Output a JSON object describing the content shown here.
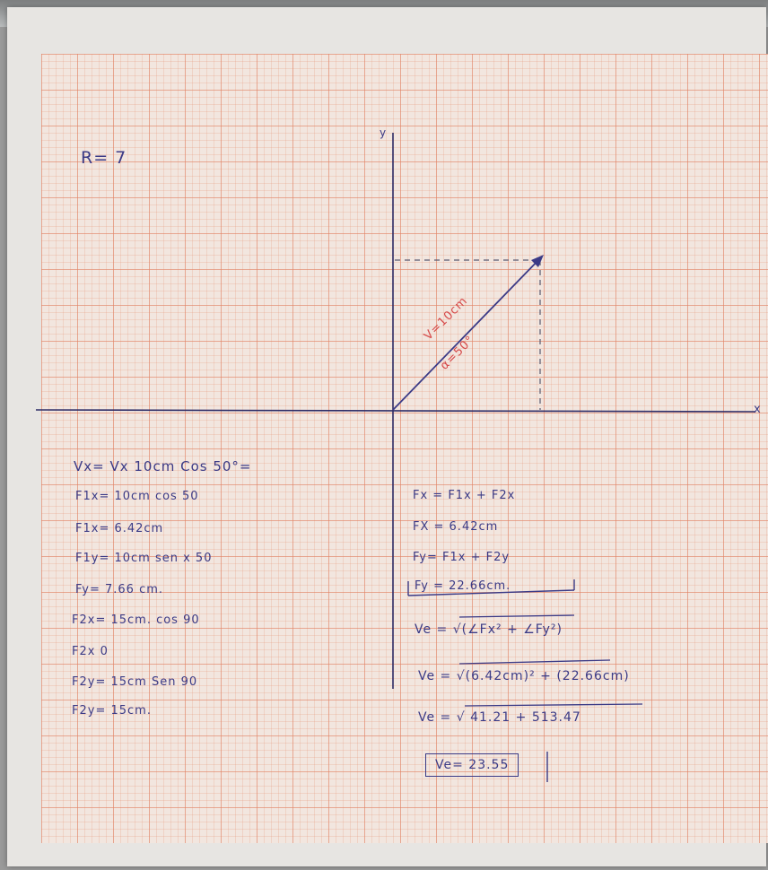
{
  "header": {
    "label": "R= 7"
  },
  "axes": {
    "y_label": "y",
    "x_label": "x"
  },
  "vector": {
    "magnitude_label": "V=10cm",
    "angle_label": "α=50°"
  },
  "left_calcs": [
    "Vx= Vx 10cm Cos 50°=",
    "F1x= 10cm cos 50",
    "F1x= 6.42cm",
    "F1y= 10cm sen x 50",
    "Fy= 7.66 cm.",
    "F2x= 15cm. cos 90",
    "F2x 0",
    "F2y= 15cm Sen 90",
    "F2y= 15cm."
  ],
  "right_calcs": [
    "Fx = F1x + F2x",
    "FX = 6.42cm",
    "Fy= F1x + F2y",
    "Fy = 22.66cm."
  ],
  "ve_lines": [
    "Ve = √(∠Fx² + ∠Fy²)",
    "Ve = √(6.42cm)² + (22.66cm)",
    "Ve = √ 41.21 + 513.47"
  ],
  "result": "Ve= 23.55"
}
